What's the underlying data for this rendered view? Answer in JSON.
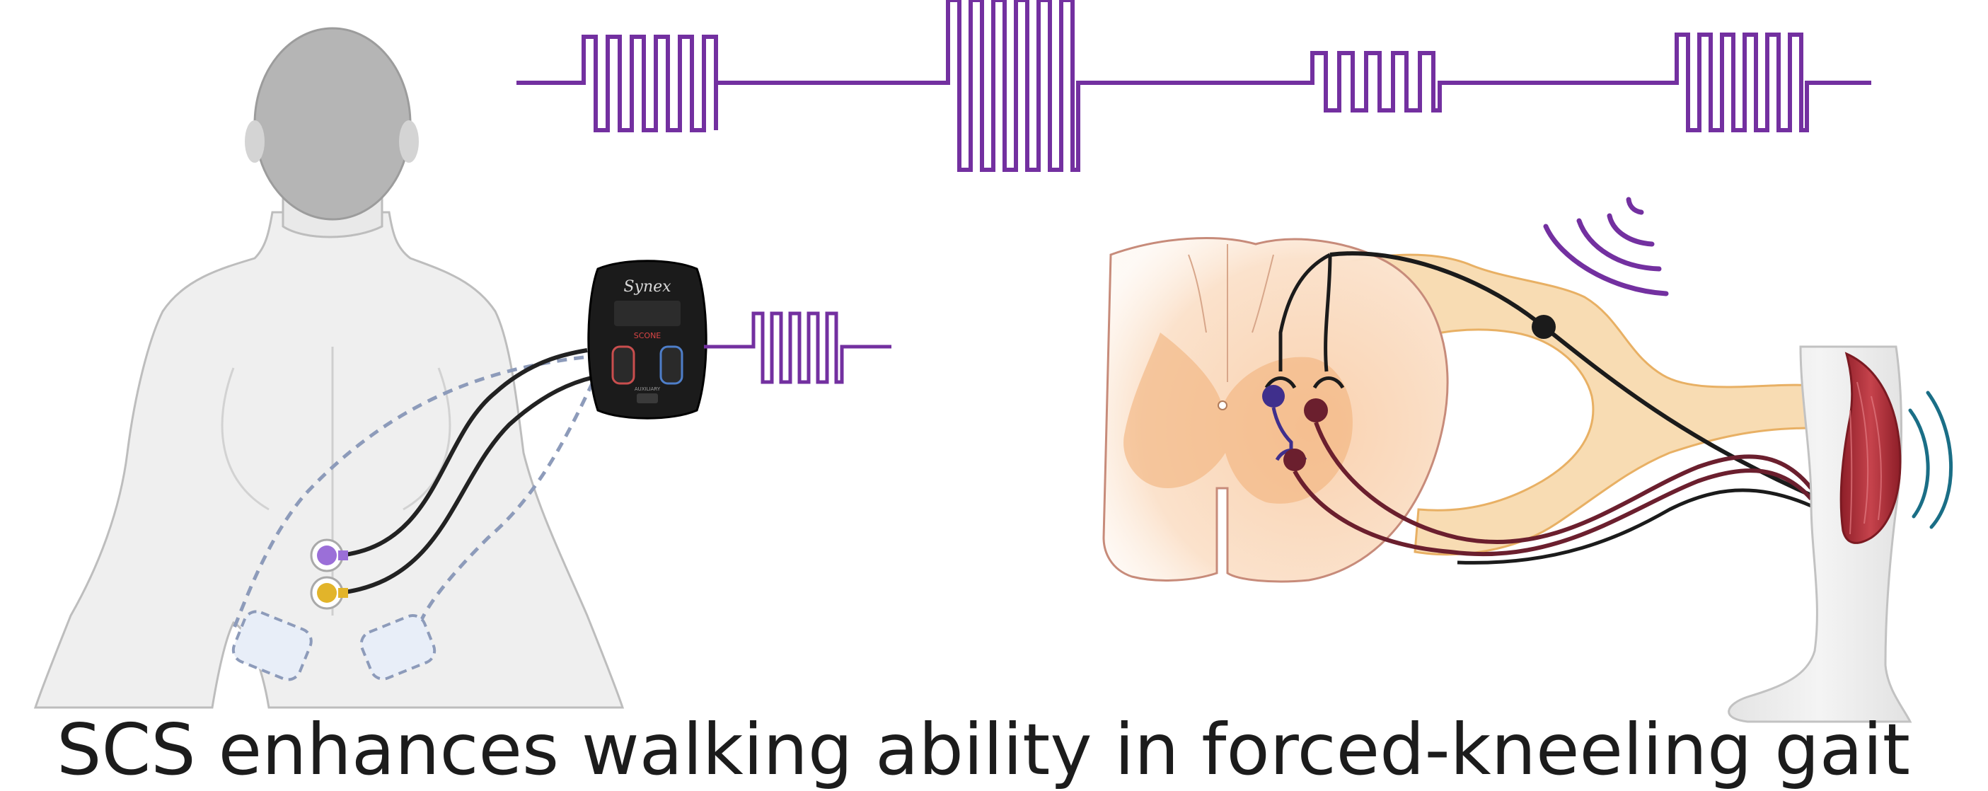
{
  "device": {
    "brand": "Synex",
    "maker": "SCONE",
    "port_label": "AUXILIARY"
  },
  "caption": {
    "text": "SCS enhances walking ability in forced-kneeling gait"
  },
  "colors": {
    "stimulation_waveform": "#7330a0",
    "anode_electrode": "#9b6fd8",
    "cathode_electrode": "#e2b42a",
    "electrode_pad_outline": "#8d9bba",
    "lead_wire": "#222222",
    "spinal_cord": "#f9d4b4",
    "spinal_gray_matter": "#f2b27c",
    "afferent_fiber": "#f5c98a",
    "interneuron": "#3f2f8c",
    "motoneuron": "#6b1f2e",
    "calf_muscle": "#b8323d",
    "muscle_activity_arcs": "#1a6e86",
    "sensory_arcs": "#7330a0",
    "body_skin": "#efefef",
    "hair": "#b5b5b5"
  },
  "icons": [
    "stimulation-waveform-icon",
    "stimulator-device-icon",
    "anode-electrode-icon",
    "cathode-electrode-icon",
    "spinal-cord-cross-section-icon",
    "afferent-fiber-icon",
    "interneuron-icon",
    "motoneuron-icon",
    "sensory-signal-arcs-icon",
    "calf-muscle-icon",
    "muscle-contraction-arcs-icon"
  ]
}
